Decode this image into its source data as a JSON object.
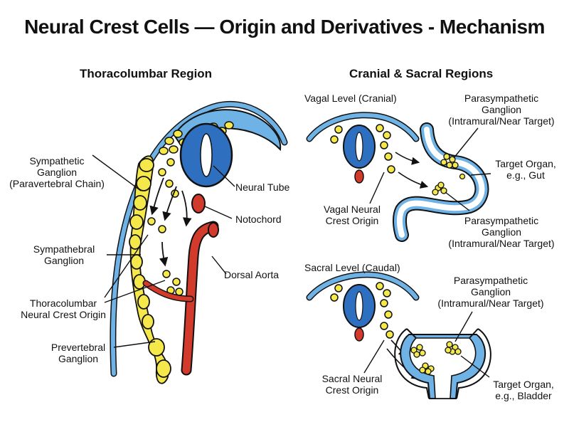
{
  "title": "Neural Crest Cells — Origin and Derivatives - Mechanism",
  "sections": {
    "left": "Thoracolumbar Region",
    "right": "Cranial & Sacral Regions"
  },
  "labels": {
    "sympathetic_ganglion": "Sympathetic\nGanglion\n(Paravertebral Chain)",
    "neural_tube": "Neural Tube",
    "notochord": "Notochord",
    "sympathebral_ganglion": "Sympathebral\nGanglion",
    "dorsal_aorta": "Dorsal Aorta",
    "thoracolumbar_origin": "Thoracolumbar\nNeural Crest Origin",
    "prevertebral_ganglion": "Prevertebral\nGanglion",
    "vagal_level": "Vagal Level (Cranial)",
    "para_ganglion_top": "Parasympathetic\nGanglion\n(Intramural/Near Target)",
    "target_gut": "Target Organ,\ne.g., Gut",
    "vagal_origin": "Vagal Neural\nCrest Origin",
    "para_ganglion_mid": "Parasympathetic\nGanglion\n(Intramural/Near Target)",
    "sacral_level": "Sacral Level (Caudal)",
    "para_ganglion_bottom": "Parasympathetic\nGanglion\n(Intramural/Near Target)",
    "sacral_origin": "Sacral Neural\nCrest Origin",
    "target_bladder": "Target Organ,\ne.g., Bladder"
  },
  "colors": {
    "tube_blue": "#2f6fc0",
    "light_blue": "#6fb2e6",
    "cell_yellow": "#f5e84a",
    "aorta_red": "#d23a2c",
    "outline": "#111111"
  }
}
